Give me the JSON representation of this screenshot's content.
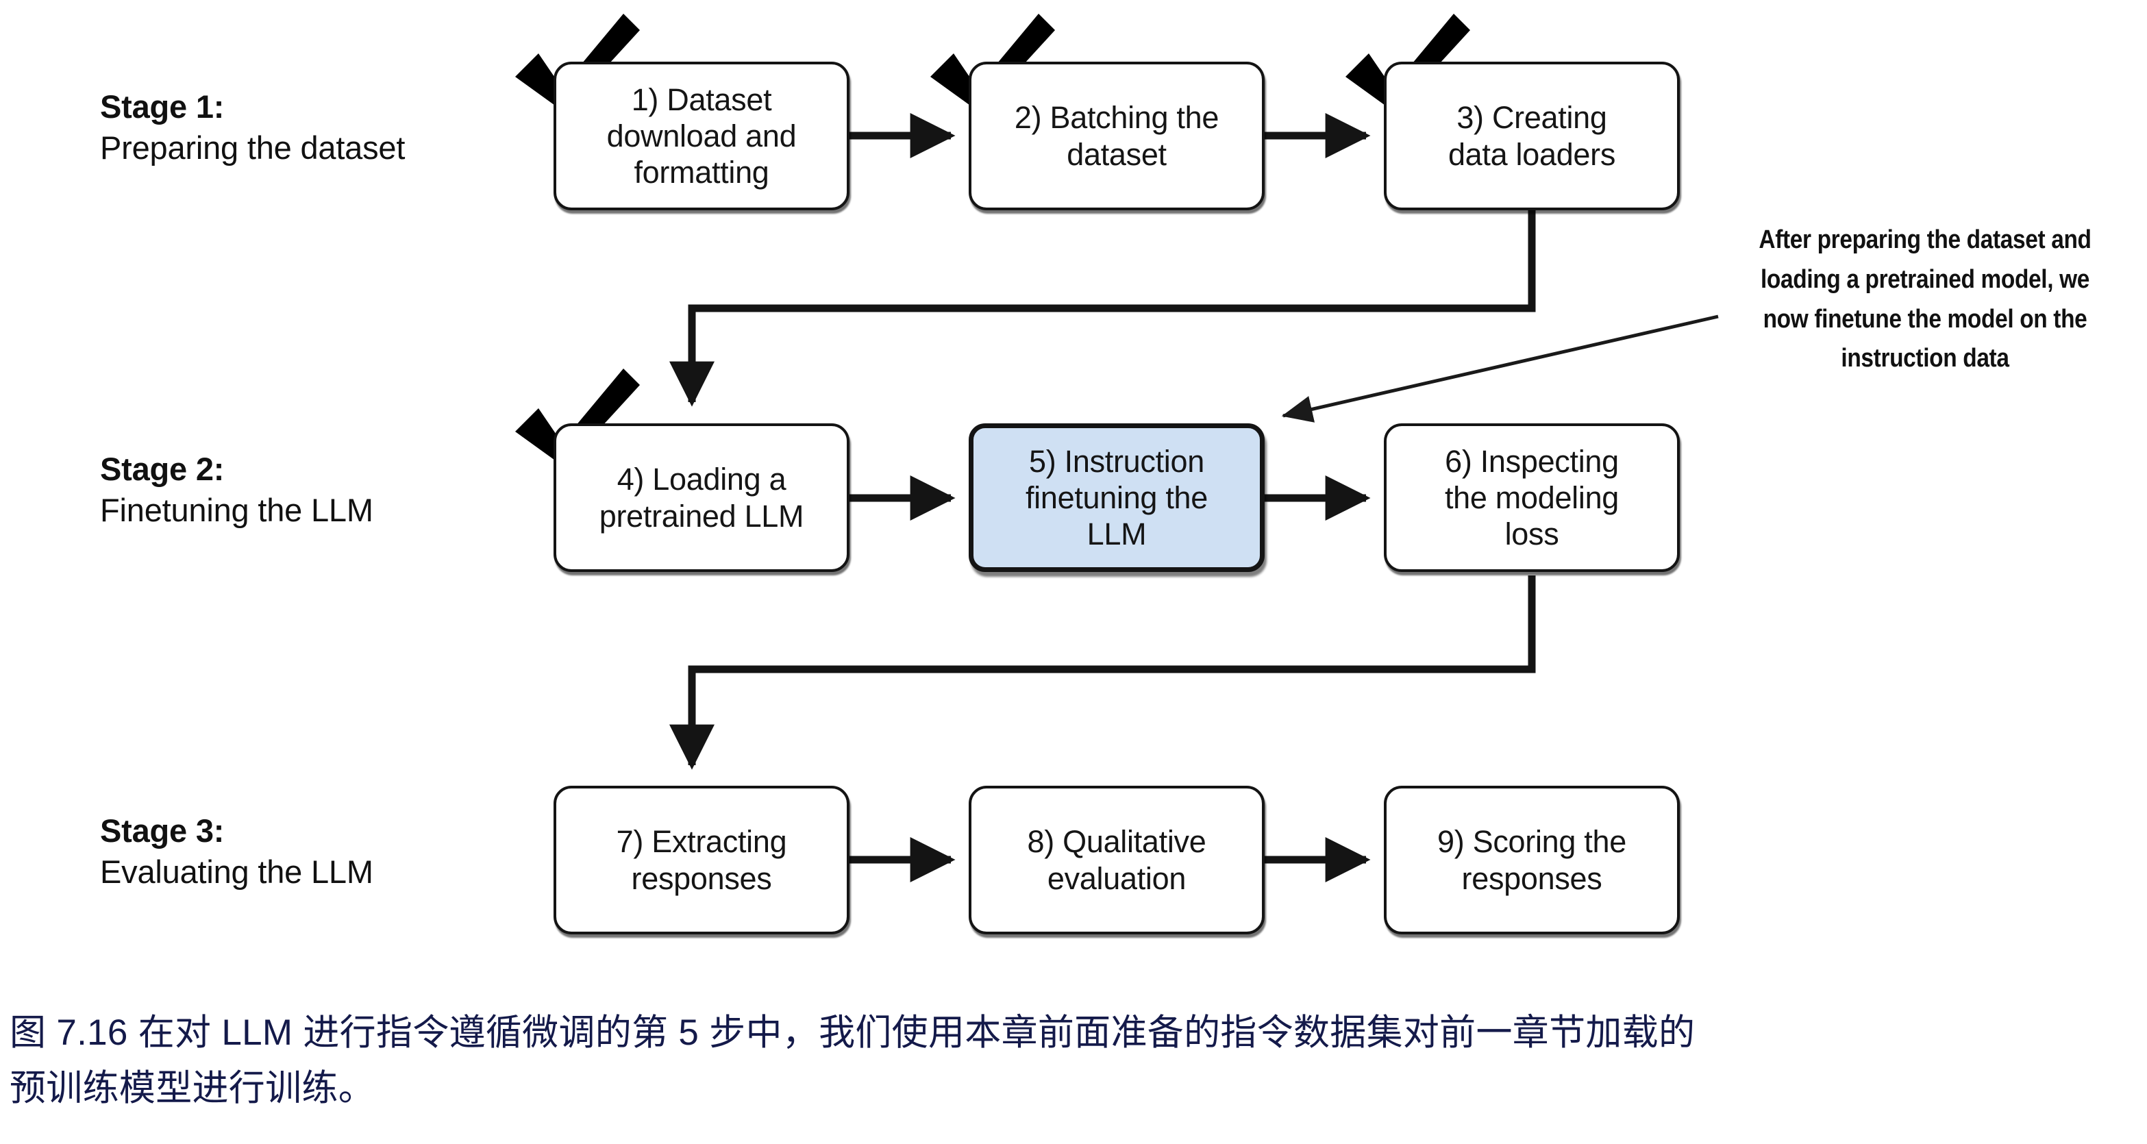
{
  "figure": {
    "background": "#ffffff",
    "highlight_color": "#cfe0f3",
    "line_color": "#141414",
    "caption_color": "#141a4a"
  },
  "stages": [
    {
      "title": "Stage 1:",
      "description": "Preparing the dataset"
    },
    {
      "title": "Stage 2:",
      "description": "Finetuning the LLM"
    },
    {
      "title": "Stage 3:",
      "description": "Evaluating the LLM"
    }
  ],
  "steps": [
    {
      "id": 1,
      "line1": "1) Dataset",
      "line2": "download and",
      "line3": "formatting",
      "checked": true,
      "highlighted": false
    },
    {
      "id": 2,
      "line1": "2) Batching the",
      "line2": "dataset",
      "line3": "",
      "checked": true,
      "highlighted": false
    },
    {
      "id": 3,
      "line1": "3) Creating",
      "line2": "data loaders",
      "line3": "",
      "checked": true,
      "highlighted": false
    },
    {
      "id": 4,
      "line1": "4) Loading a",
      "line2": "pretrained LLM",
      "line3": "",
      "checked": true,
      "highlighted": false
    },
    {
      "id": 5,
      "line1": "5) Instruction",
      "line2": "finetuning the",
      "line3": "LLM",
      "checked": false,
      "highlighted": true
    },
    {
      "id": 6,
      "line1": "6) Inspecting",
      "line2": "the modeling",
      "line3": "loss",
      "checked": false,
      "highlighted": false
    },
    {
      "id": 7,
      "line1": "7) Extracting",
      "line2": "responses",
      "line3": "",
      "checked": false,
      "highlighted": false
    },
    {
      "id": 8,
      "line1": "8) Qualitative",
      "line2": "evaluation",
      "line3": "",
      "checked": false,
      "highlighted": false
    },
    {
      "id": 9,
      "line1": "9) Scoring the",
      "line2": "responses",
      "line3": "",
      "checked": false,
      "highlighted": false
    }
  ],
  "annotation": {
    "line1": "After preparing the dataset and",
    "line2": "loading a pretrained model, we",
    "line3": "now finetune the model on the",
    "line4": "instruction data"
  },
  "caption": {
    "line1": "图 7.16 在对 LLM 进行指令遵循微调的第 5 步中，我们使用本章前面准备的指令数据集对前一章节加载的",
    "line2": "预训练模型进行训练。"
  }
}
